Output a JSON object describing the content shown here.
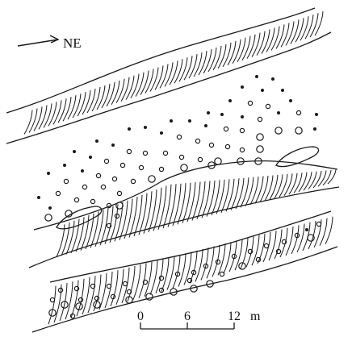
{
  "north_arrow": {
    "label": "NE"
  },
  "scale_bar": {
    "ticks": [
      "0",
      "6",
      "12"
    ],
    "unit": "m"
  },
  "colors": {
    "ink": "#1a1a1a",
    "background": "#ffffff"
  }
}
